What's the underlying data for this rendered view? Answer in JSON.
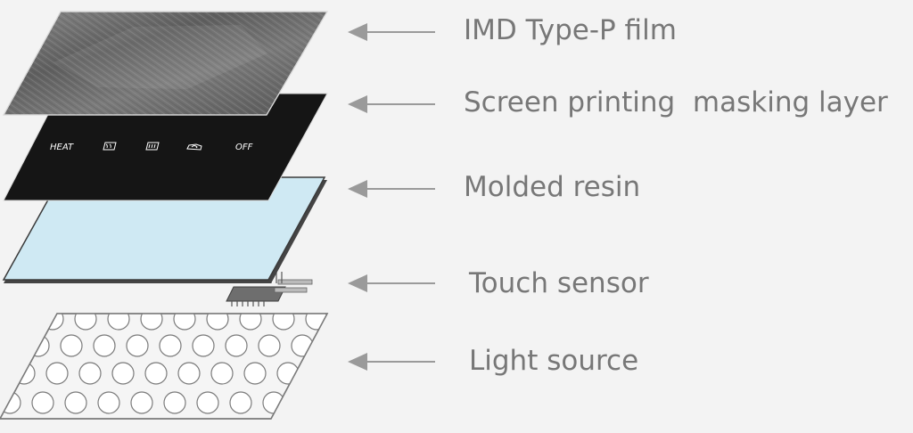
{
  "diagram": {
    "layers": [
      {
        "id": "film",
        "label": "IMD Type-P film"
      },
      {
        "id": "mask",
        "label": "Screen printing  masking layer"
      },
      {
        "id": "resin",
        "label": "Molded resin"
      },
      {
        "id": "sensor",
        "label": "Touch sensor"
      },
      {
        "id": "light",
        "label": "Light source"
      }
    ],
    "control_labels": [
      "HEAT",
      "OFF"
    ],
    "control_icons": [
      "windshield-defrost-icon",
      "rear-defrost-icon",
      "recirculation-icon"
    ],
    "colors": {
      "background": "#f3f3f3",
      "label_text": "#777777",
      "arrow": "#9a9a9a",
      "film": "#6f6f6f",
      "mask": "#151515",
      "resin": "#cfe9f3",
      "light_panel": "#f5f5f5"
    }
  }
}
